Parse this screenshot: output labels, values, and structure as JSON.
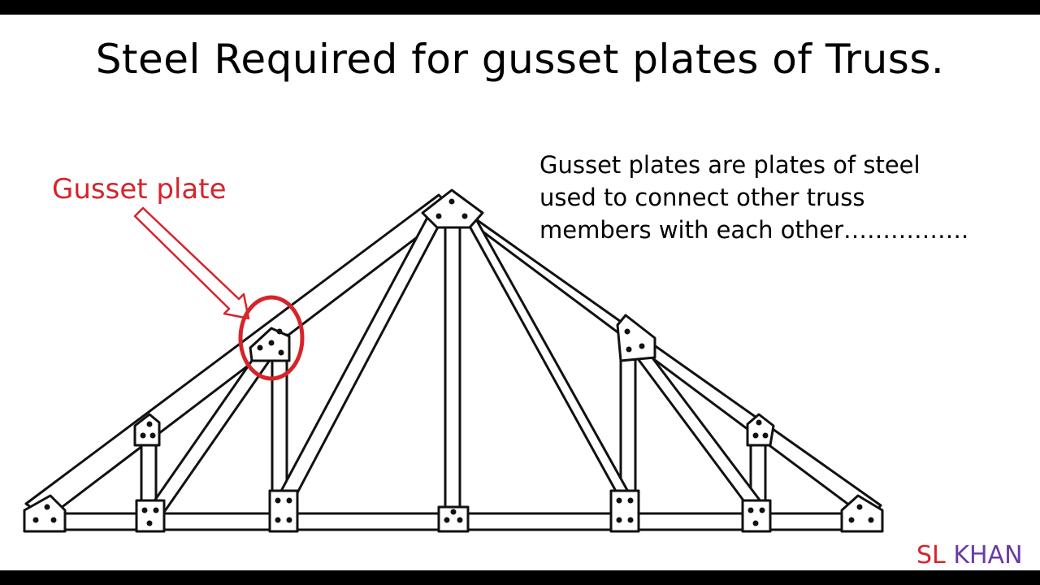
{
  "slide": {
    "title": "Steel Required for gusset plates of Truss.",
    "description_lines": [
      "Gusset plates are plates of steel",
      "used to connect other truss",
      "members with each other……………."
    ],
    "callout_label": "Gusset plate",
    "brand": {
      "part1": "SL",
      "part2": "KHAN"
    }
  },
  "colors": {
    "background": "#ffffff",
    "frame": "#000000",
    "callout": "#d6242b",
    "brand_sl": "#d8242e",
    "brand_khan": "#6a3aa8"
  },
  "icons": {
    "gusset_plate": "plate-with-bolt-holes",
    "pointer": "hollow-arrow",
    "highlight": "ellipse-outline"
  }
}
